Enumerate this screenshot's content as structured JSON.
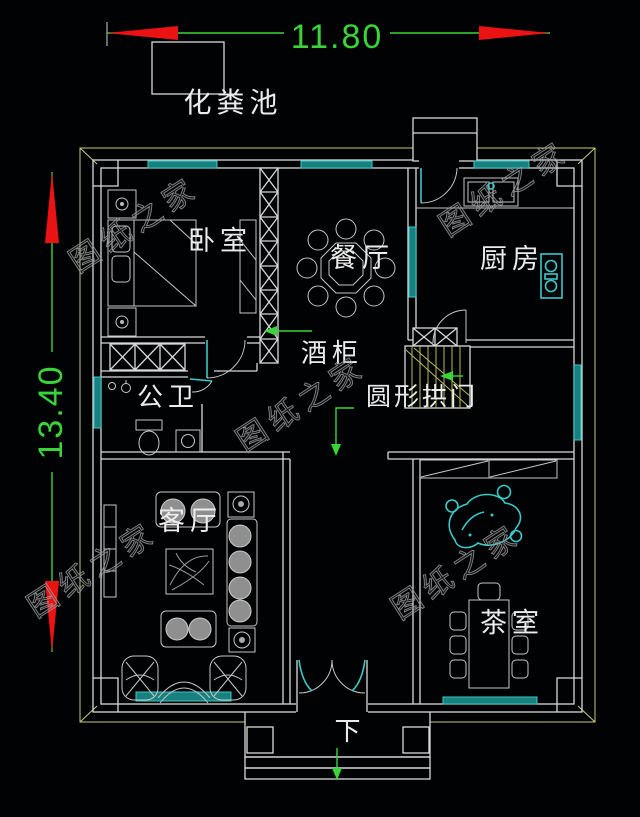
{
  "labels": {
    "septic_tank": "化粪池",
    "bedroom": "卧室",
    "dining_room": "餐厅",
    "kitchen": "厨房",
    "wine_cabinet": "酒柜",
    "bathroom": "公卫",
    "round_archway": "圆形拱门",
    "living_room": "客厅",
    "tea_room": "茶室",
    "down": "下"
  },
  "dimensions": {
    "width_m": "11.80",
    "height_m": "13.40"
  },
  "watermark": {
    "text": "图纸之家"
  },
  "colors": {
    "background": "#000204",
    "wall_line": "#d9d9d9",
    "window_teal": "#3bc9c9",
    "dimension_green": "#3ad43a",
    "arrow_red": "#ea1212",
    "eave_yellow": "#c9c97e",
    "stair_yellow": "#b9b959",
    "watermark_gray": "#9c9c9c"
  }
}
